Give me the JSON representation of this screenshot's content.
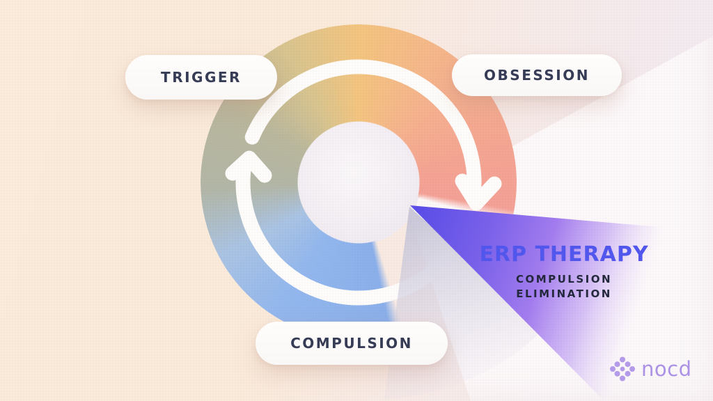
{
  "diagram": {
    "cycle": {
      "nodes": [
        {
          "label": "TRIGGER"
        },
        {
          "label": "OBSESSION"
        },
        {
          "label": "COMPULSION"
        }
      ],
      "arrows": [
        "trigger-to-obsession-clockwise",
        "compulsion-to-trigger-clockwise"
      ]
    },
    "callout": {
      "title": "ERP THERAPY",
      "subtitle_line1": "COMPULSION",
      "subtitle_line2": "ELIMINATION"
    }
  },
  "brand": {
    "name": "nocd",
    "icon": "nocd-dots-icon"
  },
  "colors": {
    "background_left": "#FAEBDB",
    "background_right": "#F4ECF0",
    "ring_gold": "#F3C47F",
    "ring_salmon": "#F4A492",
    "ring_blue": "#8FB3EB",
    "ring_sage": "#B2B6A6",
    "arrow_white": "#FDFCFA",
    "wedge_indigo": "#5A4DE8",
    "wedge_lavender": "#A27CEF",
    "slice_gray": "#C8C6D8",
    "callout_title": "#5156EC",
    "callout_sub": "#23283D",
    "pill_text": "#363C55",
    "brand_purple": "#AB92E4"
  }
}
